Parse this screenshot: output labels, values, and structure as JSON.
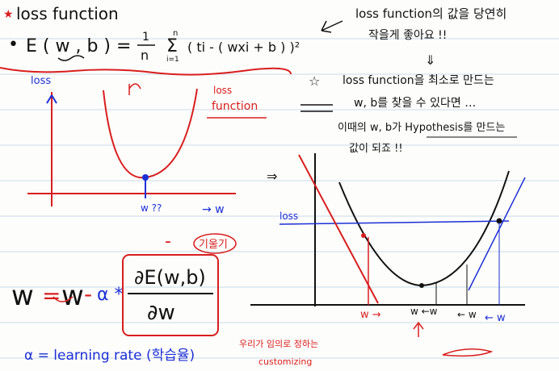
{
  "colors": {
    "ink": "#111111",
    "red": "#d81e1e",
    "blue": "#1c2fd6",
    "rule": "#c9dcea"
  },
  "header": {
    "star": "★",
    "title": "loss function"
  },
  "equation": {
    "bullet": "•",
    "lhs": "E ( w , b ) =",
    "frac_num": "1",
    "frac_den": "n",
    "sigma_top": "n",
    "sigma_bottom": "i=1",
    "body": "( ti - ( wxi + b ) )²"
  },
  "notes": {
    "line1": "loss function의 값을 당연히",
    "line2": "작을게 좋아요 !!",
    "arrow": "⇓",
    "line3": "loss function을 최소로 만드는",
    "line4": "w, b를 찾을 수 있다면 …",
    "line5": "이때의 w, b가 Hypothesis를 만드는",
    "line6": "값이 되죠 !!"
  },
  "left_graph": {
    "y_label": "loss",
    "x_label": "→ w",
    "curve_label_line1": "loss",
    "curve_label_line2": "function",
    "min_label": "w ??",
    "minus_mark": "-",
    "slope_label": "기울기"
  },
  "update_rule": {
    "lhs": "w",
    "eq": "=",
    "w2": "w",
    "minus": "-",
    "alpha": "α *",
    "num": "∂E(w,b)",
    "den": "∂w"
  },
  "alpha_def": {
    "text": "α = learning rate (학습율)",
    "side1": "우리가 임의로 정하는",
    "side2": "customizing"
  },
  "right_graph": {
    "arrow_mark": "⇒",
    "loss_label": "loss",
    "w_labels": [
      "w →",
      "w ←w",
      "← w",
      "← w"
    ]
  }
}
